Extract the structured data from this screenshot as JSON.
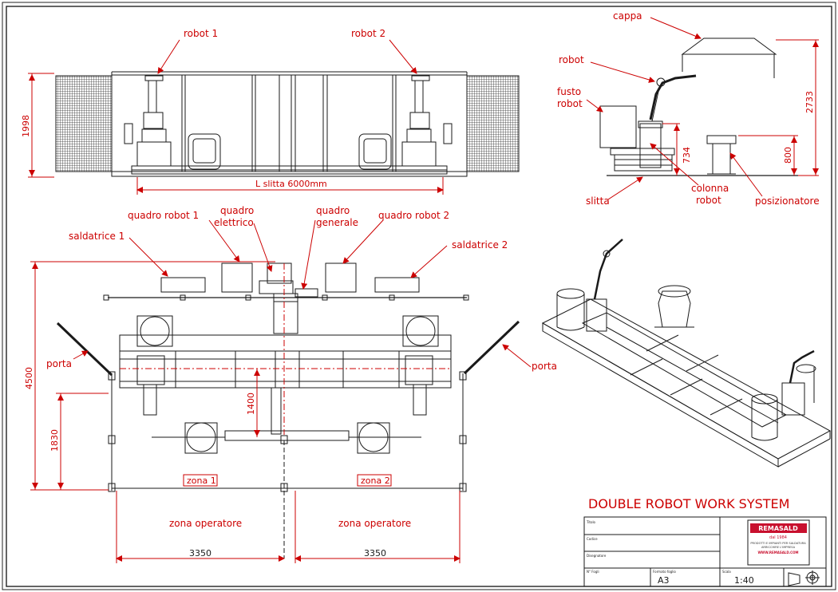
{
  "title": "DOUBLE ROBOT WORK SYSTEM",
  "colors": {
    "annotation": "#cc0000",
    "line": "#1a1a1a",
    "brand_red": "#c8102e"
  },
  "elevation_labels": {
    "robot1": "robot 1",
    "robot2": "robot 2",
    "height": "1998",
    "slide_length": "L slitta 6000mm"
  },
  "side_labels": {
    "hood": "cappa",
    "robot": "robot",
    "base_line1": "fusto",
    "base_line2": "robot",
    "slide": "slitta",
    "column_line1": "colonna",
    "column_line2": "robot",
    "positioner": "posizionatore",
    "dim_total": "2733",
    "dim_column": "734",
    "dim_positioner": "800"
  },
  "plan_labels": {
    "panel_robot1": "quadro robot 1",
    "panel_electric_line1": "quadro",
    "panel_electric_line2": "elettrico",
    "panel_main_line1": "quadro",
    "panel_main_line2": "generale",
    "panel_robot2": "quadro robot 2",
    "welder1": "saldatrice 1",
    "welder2": "saldatrice 2",
    "door_left": "porta",
    "door_right": "porta",
    "dim_4500": "4500",
    "dim_1830": "1830",
    "dim_1400": "1400",
    "zone1": "zona 1",
    "zone2": "zona 2",
    "operator_zone_left": "zona operatore",
    "operator_zone_right": "zona operatore",
    "dim_3350_left": "3350",
    "dim_3350_right": "3350"
  },
  "title_block": {
    "field_title": "Titolo",
    "field_code": "Codice",
    "field_drawer": "Disegnatore",
    "field_sheet_no": "N° Fogli",
    "field_format": "Formato foglio",
    "format_value": "A3",
    "field_scale": "Scala",
    "scale_value": "1:40",
    "company": "REMASALD",
    "company_since": "dal 1984",
    "company_tagline_1": "PRODOTTI E IMPIANTI PER SALDATURA",
    "company_tagline_2": "ARRICCHIRE L'IMPRESA",
    "company_web": "WWW.REMASALD.COM"
  }
}
